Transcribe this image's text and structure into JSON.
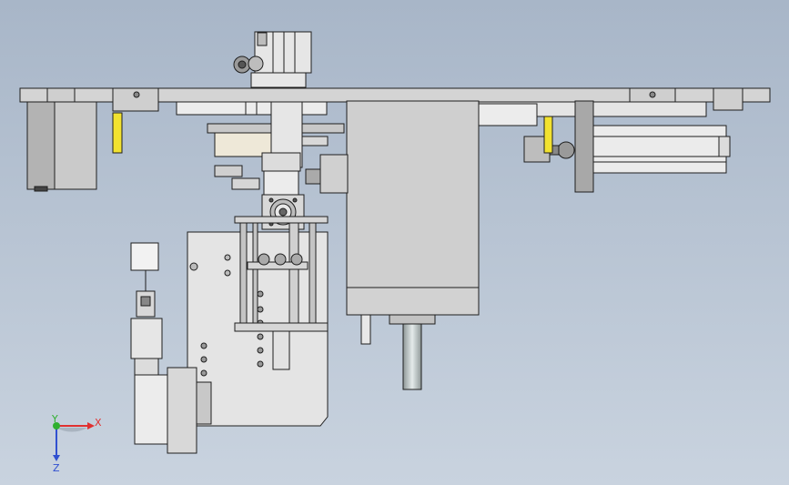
{
  "viewport": {
    "background_top": "#a8b6c8",
    "background_bottom": "#c9d3df",
    "part_fill": "#d4d4d4",
    "part_fill_light": "#e6e6e6",
    "part_fill_dark": "#9a9a9a",
    "edge_color": "#1e1e1e",
    "accent_yellow": "#f2e230",
    "shaft_color": "#b8c0c0"
  },
  "triad": {
    "x_label": "X",
    "y_label": "Y",
    "z_label": "Z",
    "x_color": "#e03030",
    "y_color": "#30b030",
    "z_color": "#3050d0"
  }
}
